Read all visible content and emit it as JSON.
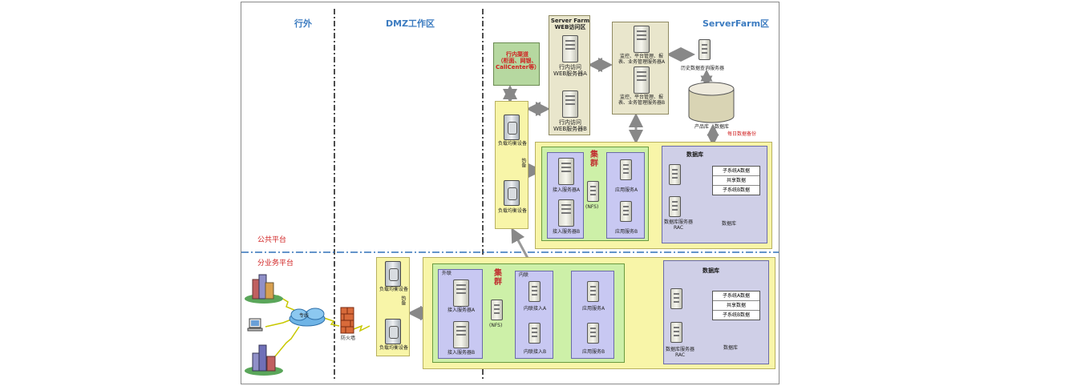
{
  "zones": {
    "outside": "行外",
    "dmz": "DMZ工作区",
    "serverfarm": "ServerFarm区",
    "public_platform": "公共平台",
    "sub_platform": "分业务平台"
  },
  "top": {
    "channel": "行内渠道\n（柜面、网银、\nCallCenter等）",
    "web_zone_title": "Server Farm\nWEB访问区",
    "web_a": "行内访问\nWEB服务器A",
    "web_b": "行内访问\nWEB服务器B",
    "mgmt_a": "监控、平台管理、报\n表、业务管理服务器A",
    "mgmt_b": "监控、平台管理、报\n表、业务管理服务器B",
    "history_server": "历史数据查询服务器",
    "product_db": "产品库",
    "db_label_top": "数据库",
    "daily_backup": "每日数据备份",
    "lb_top": "负载均衡设备",
    "lb_bottom": "负载均衡设备",
    "hot_standby": "热备",
    "cluster": "集\n群",
    "access_a": "接入服务器A",
    "access_b": "接入服务器B",
    "nfs": "(NFS)",
    "app_a": "应用服务A",
    "app_b": "应用服务B",
    "db_panel_title": "数据库",
    "db_rac": "数据库服务器\nRAC",
    "db_caption": "数据库",
    "tables": [
      "子系统A数据",
      "共享数据",
      "子系统B数据"
    ]
  },
  "bottom": {
    "wan": "专线",
    "firewall": "防火墙",
    "lb_top": "负载均衡设备",
    "lb_bottom": "负载均衡设备",
    "hot_standby": "热备",
    "cluster": "集\n群",
    "outer_net": "外联",
    "inner_net": "内联",
    "access_a": "接入服务器A",
    "access_b": "接入服务器B",
    "nfs": "(NFS)",
    "inner_access_a": "内联接入A",
    "inner_access_b": "内联接入B",
    "app_a": "应用服务A",
    "app_b": "应用服务B",
    "db_panel_title": "数据库",
    "db_rac": "数据库服务器\nRAC",
    "db_caption": "数据库",
    "tables": [
      "子系统A数据",
      "共享数据",
      "子系统B数据"
    ]
  }
}
